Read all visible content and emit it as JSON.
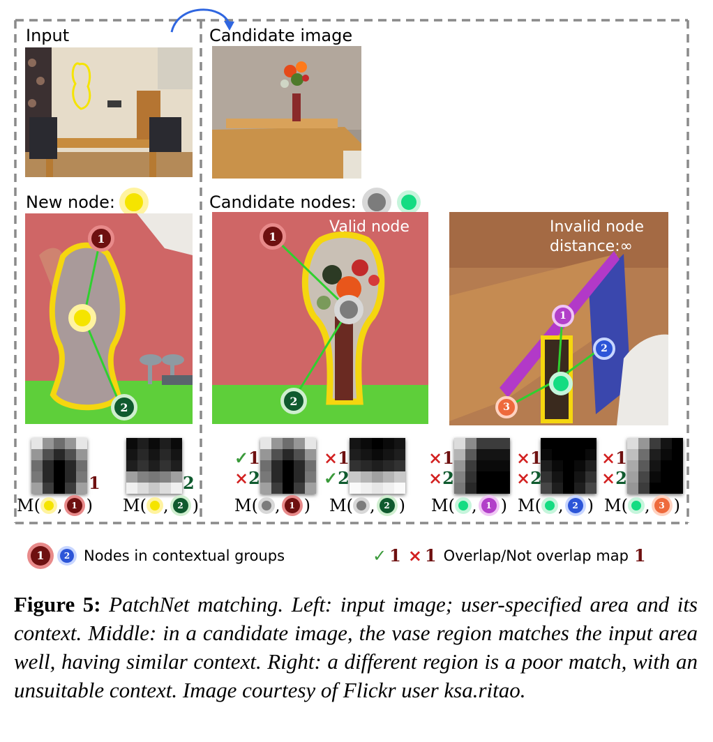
{
  "figure": {
    "input_label": "Input",
    "candidate_label": "Candidate image",
    "new_node_label": "New node:",
    "candidate_nodes_label": "Candidate nodes:",
    "valid_text": "Valid node",
    "invalid_text_1": "Invalid node",
    "invalid_text_2": "distance:∞",
    "badge_1": "1",
    "badge_2": "2",
    "badge_3": "3",
    "matches": [
      {
        "prefix": "M(",
        "comma": ",",
        "suffix": ")"
      },
      {
        "prefix": "M(",
        "comma": ",",
        "suffix": ")"
      },
      {
        "prefix": "M(",
        "comma": ",",
        "suffix": ")"
      },
      {
        "prefix": "M(",
        "comma": ",",
        "suffix": ")"
      },
      {
        "prefix": "M(",
        "comma": ",",
        "suffix": ")"
      },
      {
        "prefix": "M(",
        "comma": ",",
        "suffix": ")"
      },
      {
        "prefix": "M(",
        "comma": ",",
        "suffix": ")"
      }
    ],
    "mark_check": "✓",
    "mark_cross": "×",
    "mark_one": "1",
    "mark_two": "2"
  },
  "legend": {
    "nodes_text": "Nodes in contextual groups",
    "map_text": "Overlap/Not overlap map",
    "one": "1"
  },
  "caption": {
    "label": "Figure 5:",
    "text": "PatchNet matching. Left: input image; user-specified area and its context. Middle: in a candidate image, the vase region matches the input area well, having similar context. Right: a different region is a poor match, with an unsuitable context. Image courtesy of Flickr user ksa.ritao."
  },
  "colors": {
    "yellow_node": "#f5e400",
    "gray_node": "#7c7c7c",
    "green_node": "#14dc82",
    "badge_dark_red": "#6e1010",
    "badge_dark_green": "#0f5a2e",
    "badge_purple": "#b23fc9",
    "badge_blue": "#2c55d8",
    "badge_orange": "#ee6a3c",
    "check_green": "#3a9a3a",
    "cross_red": "#d22020"
  }
}
